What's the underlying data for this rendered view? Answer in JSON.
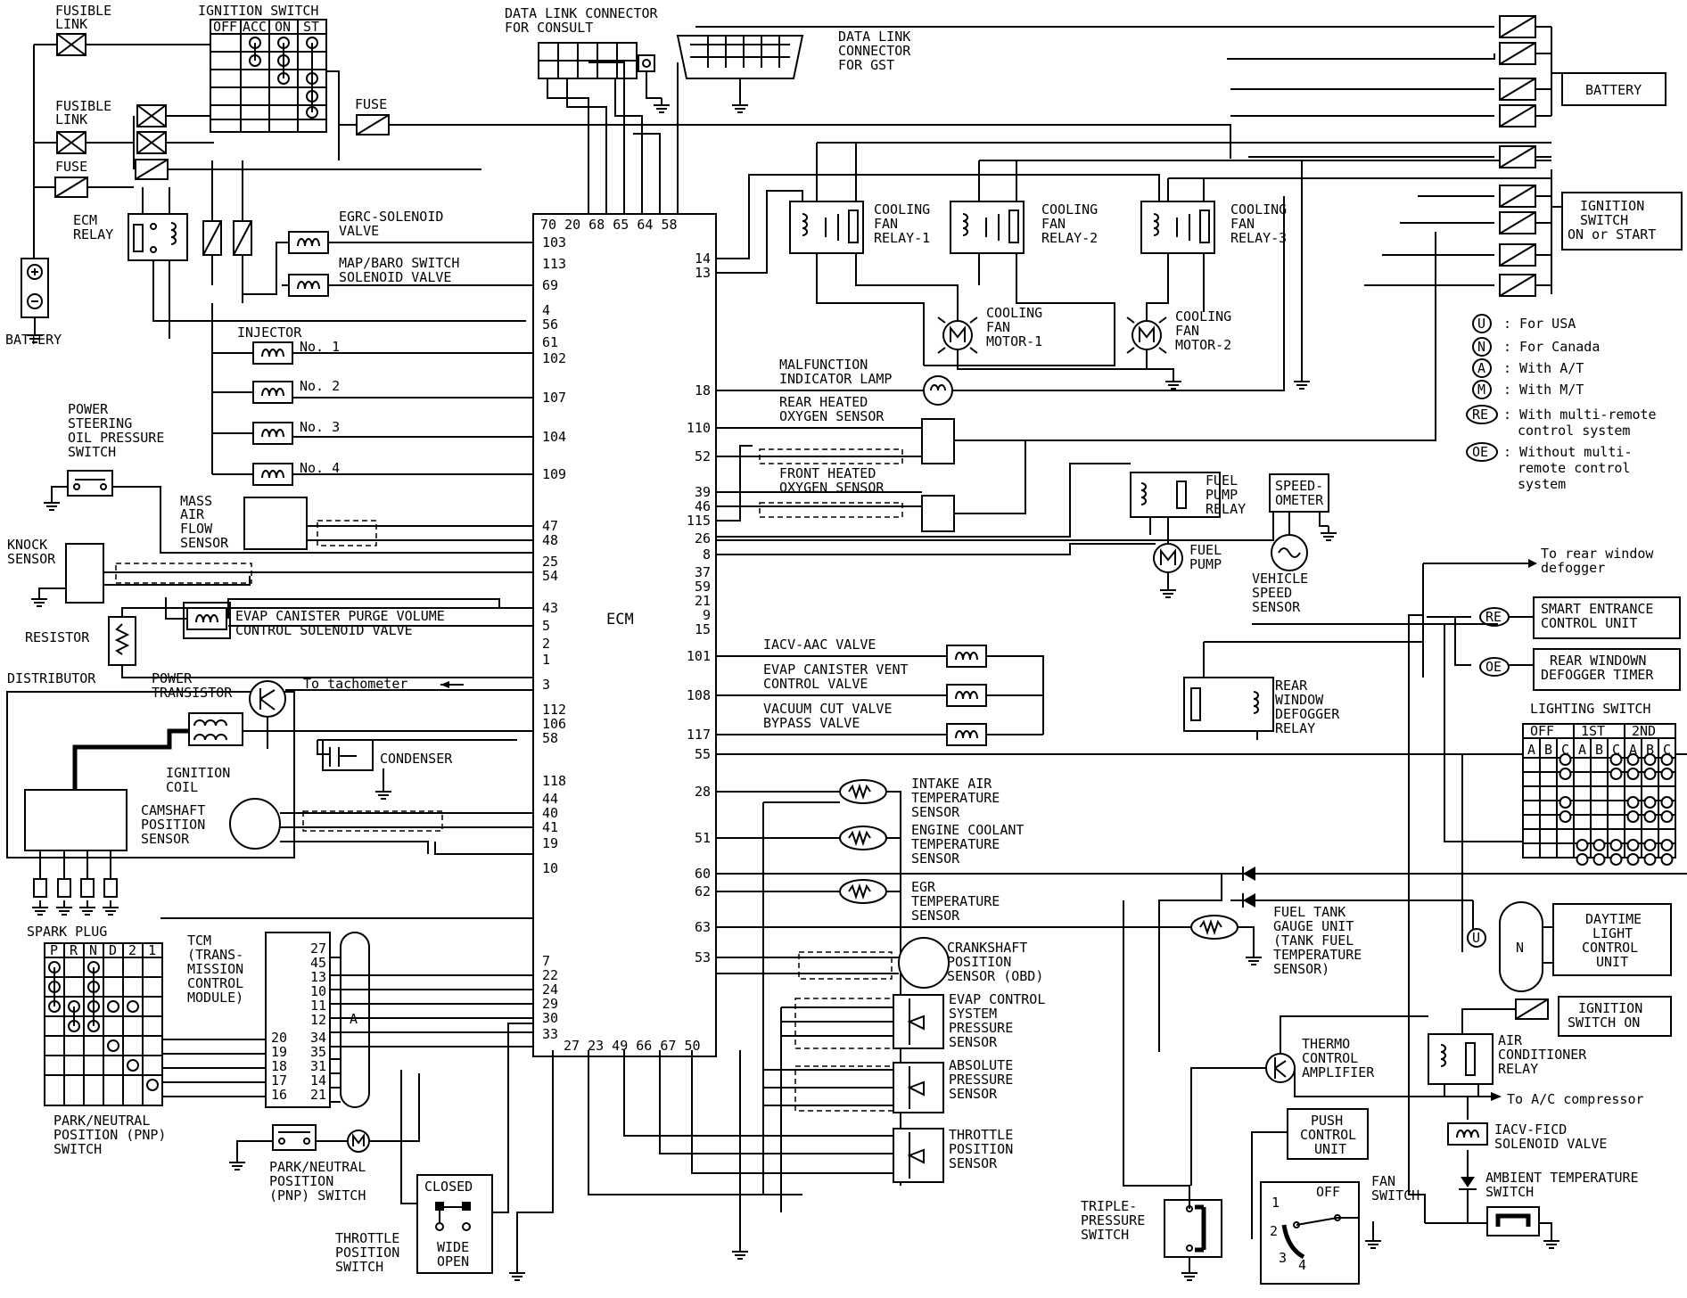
{
  "labels": {
    "fusible_link_1": [
      "FUSIBLE",
      "LINK"
    ],
    "fusible_link_2": [
      "FUSIBLE",
      "LINK"
    ],
    "fuse_left": "FUSE",
    "fuse_top": "FUSE",
    "ignition_switch": "IGNITION SWITCH",
    "ignition_cols": [
      "OFF",
      "ACC",
      "ON",
      "ST"
    ],
    "ecm_relay": [
      "ECM",
      "RELAY"
    ],
    "battery_left": "BATTERY",
    "dlc_consult": [
      "DATA LINK CONNECTOR",
      "FOR CONSULT"
    ],
    "dlc_gst": [
      "DATA LINK",
      "CONNECTOR",
      "FOR GST"
    ],
    "egrc_solenoid": [
      "EGRC-SOLENOID",
      "VALVE"
    ],
    "map_baro": [
      "MAP/BARO SWITCH",
      "SOLENOID VALVE"
    ],
    "injector": "INJECTOR",
    "injector_nos": [
      "No. 1",
      "No. 2",
      "No. 3",
      "No. 4"
    ],
    "ps_switch": [
      "POWER",
      "STEERING",
      "OIL PRESSURE",
      "SWITCH"
    ],
    "maf_sensor": [
      "MASS",
      "AIR",
      "FLOW",
      "SENSOR"
    ],
    "knock_sensor": [
      "KNOCK",
      "SENSOR"
    ],
    "evap_purge": [
      "EVAP CANISTER PURGE VOLUME",
      "CONTROL SOLENOID VALVE"
    ],
    "resistor": "RESISTOR",
    "distributor": "DISTRIBUTOR",
    "power_transistor": [
      "POWER",
      "TRANSISTOR"
    ],
    "to_tachometer": "To tachometer",
    "ignition_coil": [
      "IGNITION",
      "COIL"
    ],
    "condenser": "CONDENSER",
    "camshaft_sensor": [
      "CAMSHAFT",
      "POSITION",
      "SENSOR"
    ],
    "spark_plug": "SPARK PLUG",
    "ecm": "ECM",
    "ecm_top_pins": "70 20 68 65 64 58",
    "ecm_bottom_pins": "27 23 49 66 67 50",
    "ecm_left_pins": [
      "103",
      "113",
      "69",
      "4",
      "56",
      "61",
      "102",
      "107",
      "104",
      "109",
      "47",
      "48",
      "25",
      "54",
      "43",
      "5",
      "2",
      "1",
      "3",
      "112",
      "106",
      "58",
      "118",
      "44",
      "40",
      "41",
      "19",
      "10",
      "7",
      "22",
      "24",
      "29",
      "30",
      "33"
    ],
    "ecm_right_pins": [
      "14",
      "13",
      "18",
      "110",
      "52",
      "39",
      "46",
      "115",
      "26",
      "8",
      "37",
      "59",
      "21",
      "9",
      "15",
      "101",
      "108",
      "117",
      "55",
      "28",
      "51",
      "60",
      "62",
      "63",
      "53"
    ],
    "tcm": [
      "TCM",
      "(TRANS-",
      "MISSION",
      "CONTROL",
      "MODULE)"
    ],
    "tcm_pins_a": [
      "27",
      "45",
      "13",
      "10",
      "11",
      "12",
      "34",
      "35",
      "31",
      "14",
      "21"
    ],
    "tcm_pins_b": [
      "20",
      "19",
      "18",
      "17",
      "16"
    ],
    "tcm_a": "A",
    "prnd": [
      "P",
      "R",
      "N",
      "D",
      "2",
      "1"
    ],
    "pnp_switch_1": [
      "PARK/NEUTRAL",
      "POSITION (PNP)",
      "SWITCH"
    ],
    "pnp_switch_2": [
      "PARK/NEUTRAL",
      "POSITION",
      "(PNP) SWITCH"
    ],
    "tps_switch": [
      "THROTTLE",
      "POSITION",
      "SWITCH"
    ],
    "closed": "CLOSED",
    "wide_open": [
      "WIDE",
      "OPEN"
    ],
    "cfr1": [
      "COOLING",
      "FAN",
      "RELAY-1"
    ],
    "cfr2": [
      "COOLING",
      "FAN",
      "RELAY-2"
    ],
    "cfr3": [
      "COOLING",
      "FAN",
      "RELAY-3"
    ],
    "cfm1": [
      "COOLING",
      "FAN",
      "MOTOR-1"
    ],
    "cfm2": [
      "COOLING",
      "FAN",
      "MOTOR-2"
    ],
    "mil": [
      "MALFUNCTION",
      "INDICATOR LAMP"
    ],
    "rear_o2": [
      "REAR HEATED",
      "OXYGEN SENSOR"
    ],
    "front_o2": [
      "FRONT HEATED",
      "OXYGEN SENSOR"
    ],
    "fuel_pump_relay": [
      "FUEL",
      "PUMP",
      "RELAY"
    ],
    "speedometer": [
      "SPEED-",
      "OMETER"
    ],
    "fuel_pump": [
      "FUEL",
      "PUMP"
    ],
    "vss": [
      "VEHICLE",
      "SPEED",
      "SENSOR"
    ],
    "iacv_aac": "IACV-AAC VALVE",
    "evap_vent": [
      "EVAP CANISTER VENT",
      "CONTROL VALVE"
    ],
    "vacuum_cut": [
      "VACUUM CUT VALVE",
      "BYPASS VALVE"
    ],
    "intake_air_temp": [
      "INTAKE AIR",
      "TEMPERATURE",
      "SENSOR"
    ],
    "ect": [
      "ENGINE COOLANT",
      "TEMPERATURE",
      "SENSOR"
    ],
    "egr_temp": [
      "EGR",
      "TEMPERATURE",
      "SENSOR"
    ],
    "fuel_tank": [
      "FUEL TANK",
      "GAUGE UNIT",
      "(TANK FUEL",
      "TEMPERATURE",
      "SENSOR)"
    ],
    "crankshaft": [
      "CRANKSHAFT",
      "POSITION",
      "SENSOR (OBD)"
    ],
    "evap_pressure": [
      "EVAP CONTROL",
      "SYSTEM",
      "PRESSURE",
      "SENSOR"
    ],
    "abs_pressure": [
      "ABSOLUTE",
      "PRESSURE",
      "SENSOR"
    ],
    "tps": [
      "THROTTLE",
      "POSITION",
      "SENSOR"
    ],
    "battery_right": "BATTERY",
    "ign_on_start": [
      "IGNITION",
      "SWITCH",
      "ON or START"
    ],
    "legend": [
      {
        "sym": "U",
        "text": ": For USA"
      },
      {
        "sym": "N",
        "text": ": For Canada"
      },
      {
        "sym": "A",
        "text": ": With A/T"
      },
      {
        "sym": "M",
        "text": ": With M/T"
      },
      {
        "sym": "RE",
        "text": ": With multi-remote",
        "text2": "control system"
      },
      {
        "sym": "OE",
        "text": ": Without multi-",
        "text2": "remote control",
        "text3": "system"
      }
    ],
    "to_rear_defogger": [
      "To rear window",
      "defogger"
    ],
    "smart_entrance": [
      "SMART ENTRANCE",
      "CONTROL UNIT"
    ],
    "rear_defogger_timer": [
      "REAR WINDOWN",
      "DEFOGGER TIMER"
    ],
    "re": "RE",
    "oe": "OE",
    "rear_defogger_relay": [
      "REAR",
      "WINDOW",
      "DEFOGGER",
      "RELAY"
    ],
    "lighting_switch": "LIGHTING SWITCH",
    "lighting_heads": [
      "OFF",
      "1ST",
      "2ND"
    ],
    "lighting_abc": [
      "A",
      "B",
      "C"
    ],
    "daytime_light": [
      "DAYTIME",
      "LIGHT",
      "CONTROL",
      "UNIT"
    ],
    "u": "U",
    "n": "N",
    "ign_on": [
      "IGNITION",
      "SWITCH ON"
    ],
    "thermo": [
      "THERMO",
      "CONTROL",
      "AMPLIFIER"
    ],
    "ac_relay": [
      "AIR",
      "CONDITIONER",
      "RELAY"
    ],
    "to_ac": "To A/C compressor",
    "push_control": [
      "PUSH",
      "CONTROL",
      "UNIT"
    ],
    "iacv_ficd": [
      "IACV-FICD",
      "SOLENOID VALVE"
    ],
    "fan_switch": [
      "FAN",
      "SWITCH"
    ],
    "fan_positions": [
      "1",
      "OFF",
      "2",
      "3",
      "4"
    ],
    "ambient": [
      "AMBIENT TEMPERATURE",
      "SWITCH"
    ],
    "triple_pressure": [
      "TRIPLE-",
      "PRESSURE",
      "SWITCH"
    ]
  }
}
